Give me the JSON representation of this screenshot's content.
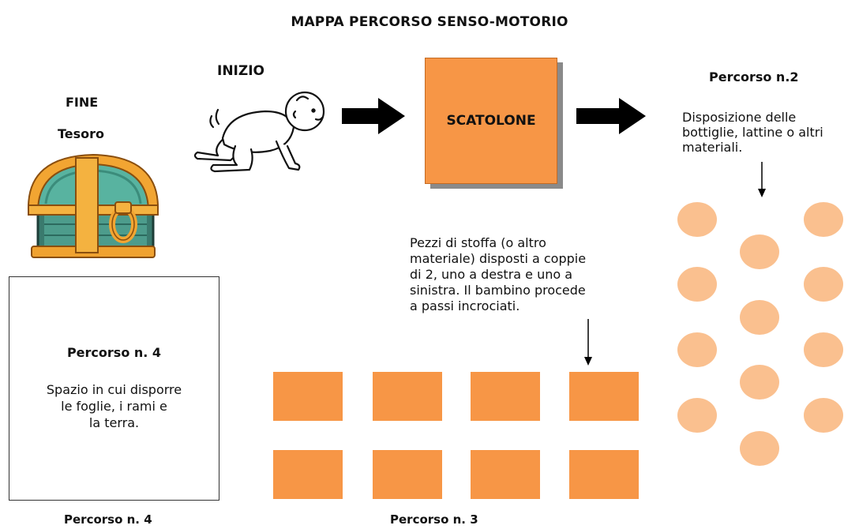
{
  "title": "MAPPA PERCORSO SENSO-MOTORIO",
  "start_label": "INIZIO",
  "end_label": "FINE",
  "treasure_label": "Tesoro",
  "box_label": "SCATOLONE",
  "path2": {
    "title": "Percorso n.2",
    "description_lines": [
      "Disposizione delle",
      "bottiglie, lattine o altri",
      "materiali."
    ]
  },
  "path3": {
    "title": "Percorso n. 3",
    "description_lines": [
      "Pezzi di stoffa (o altro",
      "materiale) disposti a coppie",
      "di 2, uno a destra e uno a",
      "sinistra. Il bambino procede",
      "a passi incrociati."
    ]
  },
  "path4": {
    "box_title": "Percorso n. 4",
    "description_lines": [
      "Spazio in cui disporre",
      "le foglie, i rami e",
      "la terra."
    ],
    "caption": "Percorso n. 4"
  },
  "colors": {
    "box_orange": "#f79646",
    "fabric_orange": "#f79646",
    "bottle_peach": "#fac08f",
    "arrow_black": "#000000"
  },
  "icons": {
    "child": "crawling-baby-icon",
    "treasure": "treasure-chest-icon"
  }
}
